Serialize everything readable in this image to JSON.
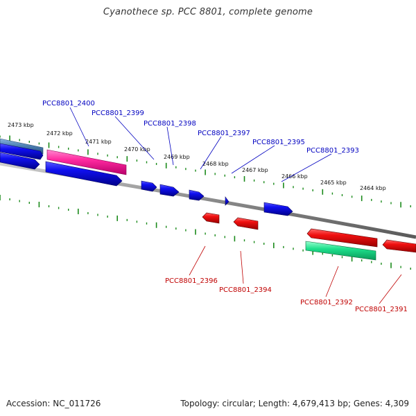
{
  "title": "Cyanothece sp. PCC 8801, complete genome",
  "footer": {
    "accession": "Accession: NC_011726",
    "summary": "Topology: circular; Length: 4,679,413 bp; Genes: 4,309"
  },
  "colors": {
    "forward_gene": "#0a0adc",
    "reverse_gene": "#e00a0a",
    "rna_pink": "#ff2aa0",
    "rna_green": "#1ee08c",
    "steel_feature": "#4a7fb0",
    "backbone": "#8a8a8a",
    "tick": "#1a8a1a",
    "forward_label": "#0000c0",
    "reverse_label": "#c00000"
  },
  "kbp_ticks": [
    "2473 kbp",
    "2472 kbp",
    "2471 kbp",
    "2470 kbp",
    "2469 kbp",
    "2468 kbp",
    "2467 kbp",
    "2466 kbp",
    "2465 kbp",
    "2464 kbp"
  ],
  "forward_labels": [
    "PCC8801_2400",
    "PCC8801_2399",
    "PCC8801_2398",
    "PCC8801_2397",
    "PCC8801_2395",
    "PCC8801_2393"
  ],
  "reverse_labels": [
    "PCC8801_2396",
    "PCC8801_2394",
    "PCC8801_2392",
    "PCC8801_2391"
  ]
}
